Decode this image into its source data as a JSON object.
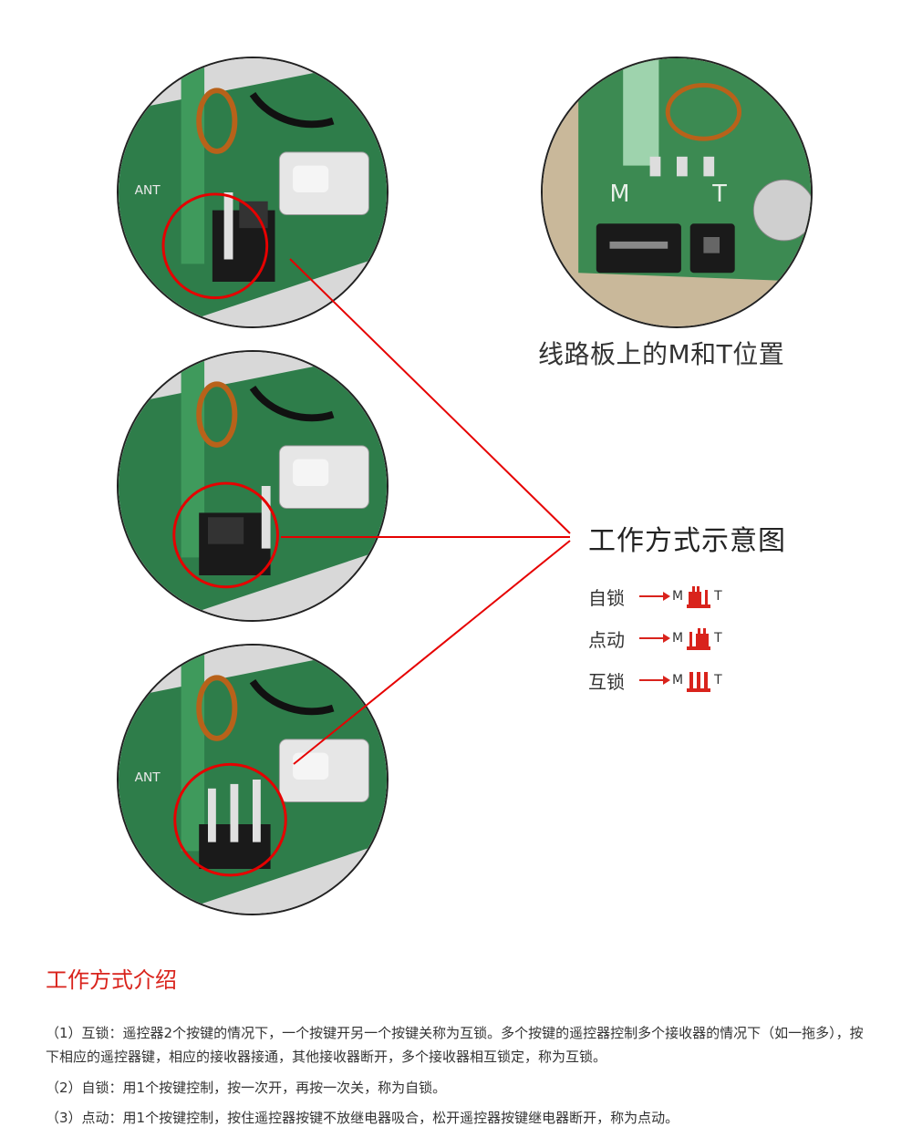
{
  "board_caption": "线路板上的M和T位置",
  "legend": {
    "title": "工作方式示意图",
    "pin_m": "M",
    "pin_t": "T",
    "modes": [
      {
        "label": "自锁"
      },
      {
        "label": "点动"
      },
      {
        "label": "互锁"
      }
    ]
  },
  "photo_labels": {
    "board_m": "M",
    "board_t": "T",
    "ant": "ANT"
  },
  "colors": {
    "accent": "#d9231c",
    "board_green": "#2e7d4a",
    "header_black": "#1a1a1a"
  },
  "intro": {
    "title": "工作方式介绍",
    "p1": "（1）互锁：遥控器2个按键的情况下，一个按键开另一个按键关称为互锁。多个按键的遥控器控制多个接收器的情况下（如一拖多），按下相应的遥控器键，相应的接收器接通，其他接收器断开，多个接收器相互锁定，称为互锁。",
    "p2": "（2）自锁：用1个按键控制，按一次开，再按一次关，称为自锁。",
    "p3": "（3）点动：用1个按键控制，按住遥控器按键不放继电器吸合，松开遥控器按键继电器断开，称为点动。"
  }
}
